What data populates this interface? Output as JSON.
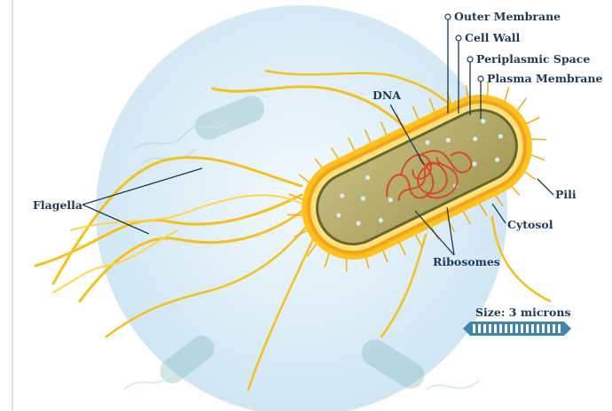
{
  "labels": {
    "outer_membrane": "Outer Membrane",
    "cell_wall": "Cell Wall",
    "periplasmic_space": "Periplasmic Space",
    "plasma_membrane": "Plasma Membrane",
    "dna": "DNA",
    "flagella": "Flagella",
    "pili": "Pili",
    "cytosol": "Cytosol",
    "ribosomes": "Ribosomes"
  },
  "scale": {
    "text": "Size: 3 microns"
  },
  "colors": {
    "background_circle": "#d6ebf6",
    "outer_membrane": "#ffc21a",
    "cell_wall": "#f7a81c",
    "periplasm": "#fde27a",
    "cytosol": "#b3a968",
    "dna": "#d44a2a",
    "ribosome": "#cfeef5",
    "label": "#1b3a5a",
    "scale_bar": "#3f87b1"
  }
}
